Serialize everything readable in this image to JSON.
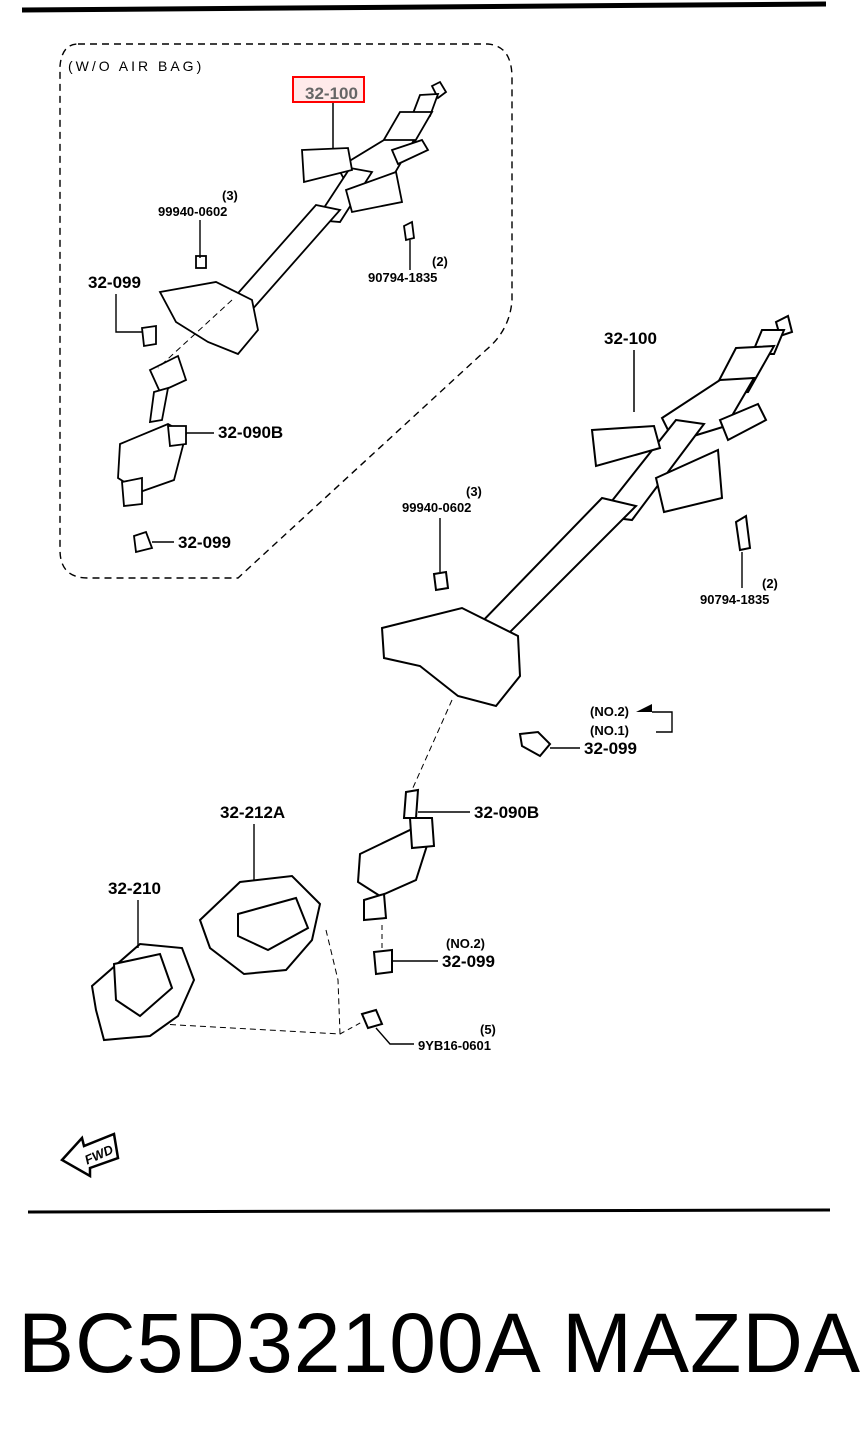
{
  "diagram": {
    "inset_title": "(W/O AIR BAG)",
    "inset_labels": {
      "column": "32-100",
      "nut_qty": "(3)",
      "nut": "99940-0602",
      "bolt_qty": "(2)",
      "bolt": "90794-1835",
      "upper_bolt": "32-099",
      "joint": "32-090B",
      "lower_bolt": "32-099"
    },
    "main_labels": {
      "column": "32-100",
      "nut_qty": "(3)",
      "nut": "99940-0602",
      "bolt_qty": "(2)",
      "bolt": "90794-1835",
      "bolt_note_2": "(NO.2)",
      "bolt_note_1": "(NO.1)",
      "upper_bolt": "32-099",
      "joint": "32-090B",
      "cover_a": "32-212A",
      "cover": "32-210",
      "lower_note": "(NO.2)",
      "lower_bolt": "32-099",
      "nut2_qty": "(5)",
      "nut2": "9YB16-0601"
    },
    "fwd": "FWD",
    "highlight_color": "#ff0000"
  },
  "footer": {
    "part_number": "BC5D32100A",
    "brand": "MAZDA"
  }
}
